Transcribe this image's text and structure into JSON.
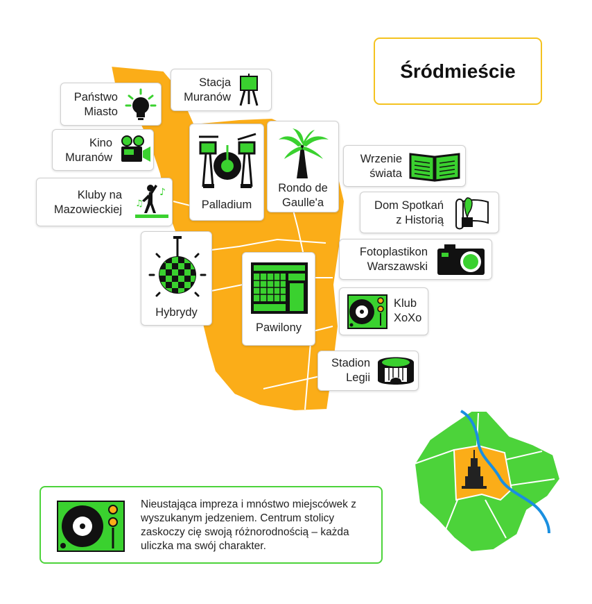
{
  "title": "Śródmieście",
  "description": "Nieustająca impreza i mnóstwo miejscówek z wyszukanym jedzeniem. Centrum stolicy zaskoczy cię swoją różnorodnością – każda uliczka ma swój charakter.",
  "colors": {
    "district": "#fbad18",
    "district_border": "#ffffff",
    "city": "#4cd33a",
    "river": "#1a8fe0",
    "icon_green": "#3ad12f",
    "title_border": "#f4c21f",
    "description_border": "#4cd33a"
  },
  "places": [
    {
      "id": "panstwo-miasto",
      "label": "Państwo\nMiasto",
      "icon": "lightbulb-icon"
    },
    {
      "id": "stacja-muranow",
      "label": "Stacja\nMuranów",
      "icon": "easel-icon"
    },
    {
      "id": "kino-muranow",
      "label": "Kino\nMuranów",
      "icon": "film-camera-icon"
    },
    {
      "id": "kluby-na-mazowieckiej",
      "label": "Kluby na\nMazowieckiej",
      "icon": "dancer-icon"
    },
    {
      "id": "palladium",
      "label": "Palladium",
      "icon": "drum-kit-icon"
    },
    {
      "id": "rondo-de-gaullea",
      "label": "Rondo de\nGaulle'a",
      "icon": "palm-tree-icon"
    },
    {
      "id": "wrzenie-swiata",
      "label": "Wrzenie\nświata",
      "icon": "open-book-icon"
    },
    {
      "id": "dom-spotkan",
      "label": "Dom Spotkań\nz Historią",
      "icon": "scroll-quill-icon"
    },
    {
      "id": "fotoplastikon",
      "label": "Fotoplastikon\nWarszawski",
      "icon": "photo-camera-icon"
    },
    {
      "id": "hybrydy",
      "label": "Hybrydy",
      "icon": "disco-ball-icon"
    },
    {
      "id": "pawilony",
      "label": "Pawilony",
      "icon": "pavilion-icon"
    },
    {
      "id": "klub-xoxo",
      "label": "Klub\nXoXo",
      "icon": "turntable-icon"
    },
    {
      "id": "stadion-legii",
      "label": "Stadion\nLegii",
      "icon": "stadium-icon"
    }
  ]
}
